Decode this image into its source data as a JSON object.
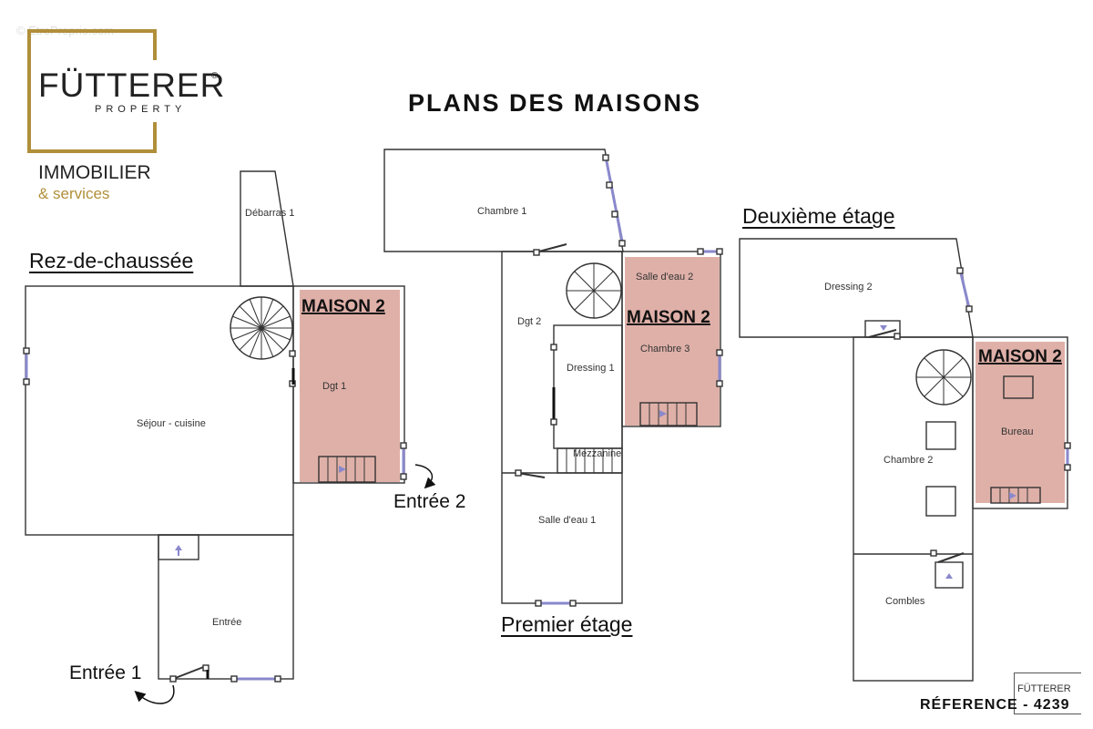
{
  "watermark": "© EtreProprio.com",
  "logo": {
    "name": "FÜTTERER",
    "reg": "®",
    "sub": "PROPERTY",
    "line1": "IMMOBILIER",
    "line2": "& services"
  },
  "title": "PLANS DES MAISONS",
  "floors": {
    "ground": "Rez-de-chaussée",
    "first": "Premier étage",
    "second": "Deuxième étage"
  },
  "maison_label": "MAISON 2",
  "rooms": {
    "debarras": "Débarras 1",
    "sejour": "Séjour - cuisine",
    "dgt1": "Dgt 1",
    "entree": "Entrée",
    "chambre1": "Chambre 1",
    "salle_eau2": "Salle d'eau 2",
    "dgt2": "Dgt 2",
    "chambre3": "Chambre 3",
    "dressing1": "Dressing 1",
    "mezzanine": "Mezzanine",
    "salle_eau1": "Salle d'eau 1",
    "dressing2": "Dressing 2",
    "bureau": "Bureau",
    "chambre2": "Chambre 2",
    "combles": "Combles"
  },
  "entries": {
    "entree1": "Entrée 1",
    "entree2": "Entrée 2"
  },
  "reference": "RÉFERENCE - 4239",
  "small_logo": "FÜTTERER",
  "colors": {
    "maison_fill": "#dfb0a8",
    "wall": "#333333",
    "window": "#8a88cc",
    "gold": "#b08f3a"
  }
}
